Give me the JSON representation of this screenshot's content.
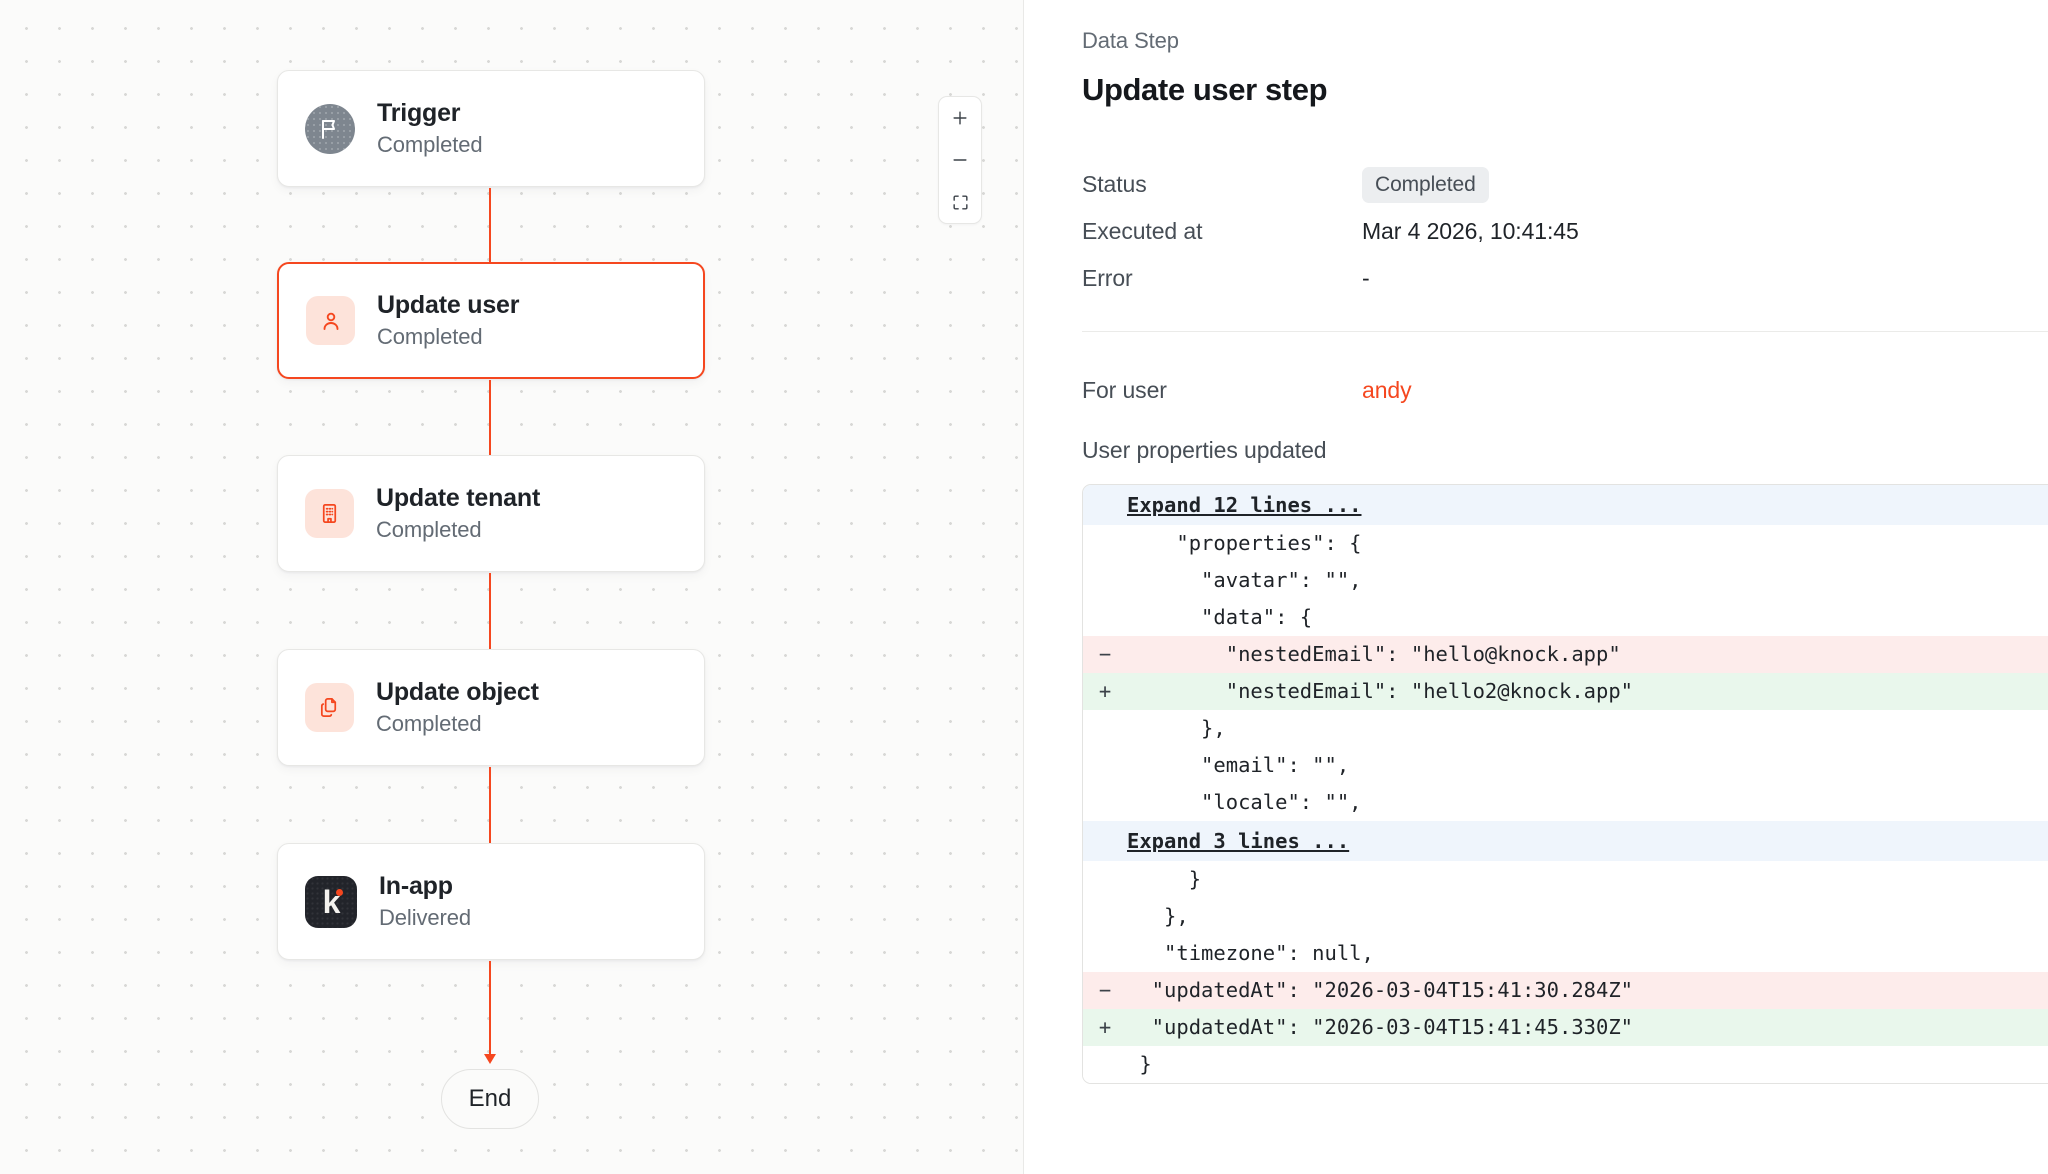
{
  "canvas": {
    "zoom_controls": {
      "zoom_in": "+",
      "zoom_out": "−",
      "fit_view": "fit-view"
    },
    "nodes": [
      {
        "title": "Trigger",
        "status": "Completed",
        "icon": "flag-icon",
        "selected": false
      },
      {
        "title": "Update user",
        "status": "Completed",
        "icon": "user-icon",
        "selected": true
      },
      {
        "title": "Update tenant",
        "status": "Completed",
        "icon": "building-icon",
        "selected": false
      },
      {
        "title": "Update object",
        "status": "Completed",
        "icon": "copy-icon",
        "selected": false
      },
      {
        "title": "In-app",
        "status": "Delivered",
        "icon": "knock-logo",
        "selected": false
      }
    ],
    "end_label": "End"
  },
  "panel": {
    "eyebrow": "Data Step",
    "title": "Update user step",
    "status_label": "Status",
    "status_value": "Completed",
    "executed_label": "Executed at",
    "executed_value": "Mar 4 2026, 10:41:45",
    "error_label": "Error",
    "error_value": "-",
    "for_user_label": "For user",
    "for_user_value": "andy",
    "properties_label": "User properties updated"
  },
  "diff": {
    "lines": [
      {
        "type": "expand",
        "sign": "",
        "code": "Expand 12 lines ..."
      },
      {
        "type": "ctx",
        "sign": "",
        "code": "    \"properties\": {"
      },
      {
        "type": "ctx",
        "sign": "",
        "code": "      \"avatar\": \"\","
      },
      {
        "type": "ctx",
        "sign": "",
        "code": "      \"data\": {"
      },
      {
        "type": "del",
        "sign": "−",
        "code": "        \"nestedEmail\": \"hello@knock.app\""
      },
      {
        "type": "add",
        "sign": "+",
        "code": "        \"nestedEmail\": \"hello2@knock.app\""
      },
      {
        "type": "ctx",
        "sign": "",
        "code": "      },"
      },
      {
        "type": "ctx",
        "sign": "",
        "code": "      \"email\": \"\","
      },
      {
        "type": "ctx",
        "sign": "",
        "code": "      \"locale\": \"\","
      },
      {
        "type": "expand",
        "sign": "",
        "code": "Expand 3 lines ..."
      },
      {
        "type": "ctx",
        "sign": "",
        "code": "     }"
      },
      {
        "type": "ctx",
        "sign": "",
        "code": "   },"
      },
      {
        "type": "ctx",
        "sign": "",
        "code": "   \"timezone\": null,"
      },
      {
        "type": "del",
        "sign": "−",
        "code": "  \"updatedAt\": \"2026-03-04T15:41:30.284Z\""
      },
      {
        "type": "add",
        "sign": "+",
        "code": "  \"updatedAt\": \"2026-03-04T15:41:45.330Z\""
      },
      {
        "type": "ctx",
        "sign": "",
        "code": " }"
      }
    ]
  },
  "colors": {
    "accent": "#f5471f",
    "icon_bg": "#fde3da",
    "diff_add": "#e9f7ec",
    "diff_del": "#fdeceb",
    "diff_expand": "#eff5fc"
  }
}
